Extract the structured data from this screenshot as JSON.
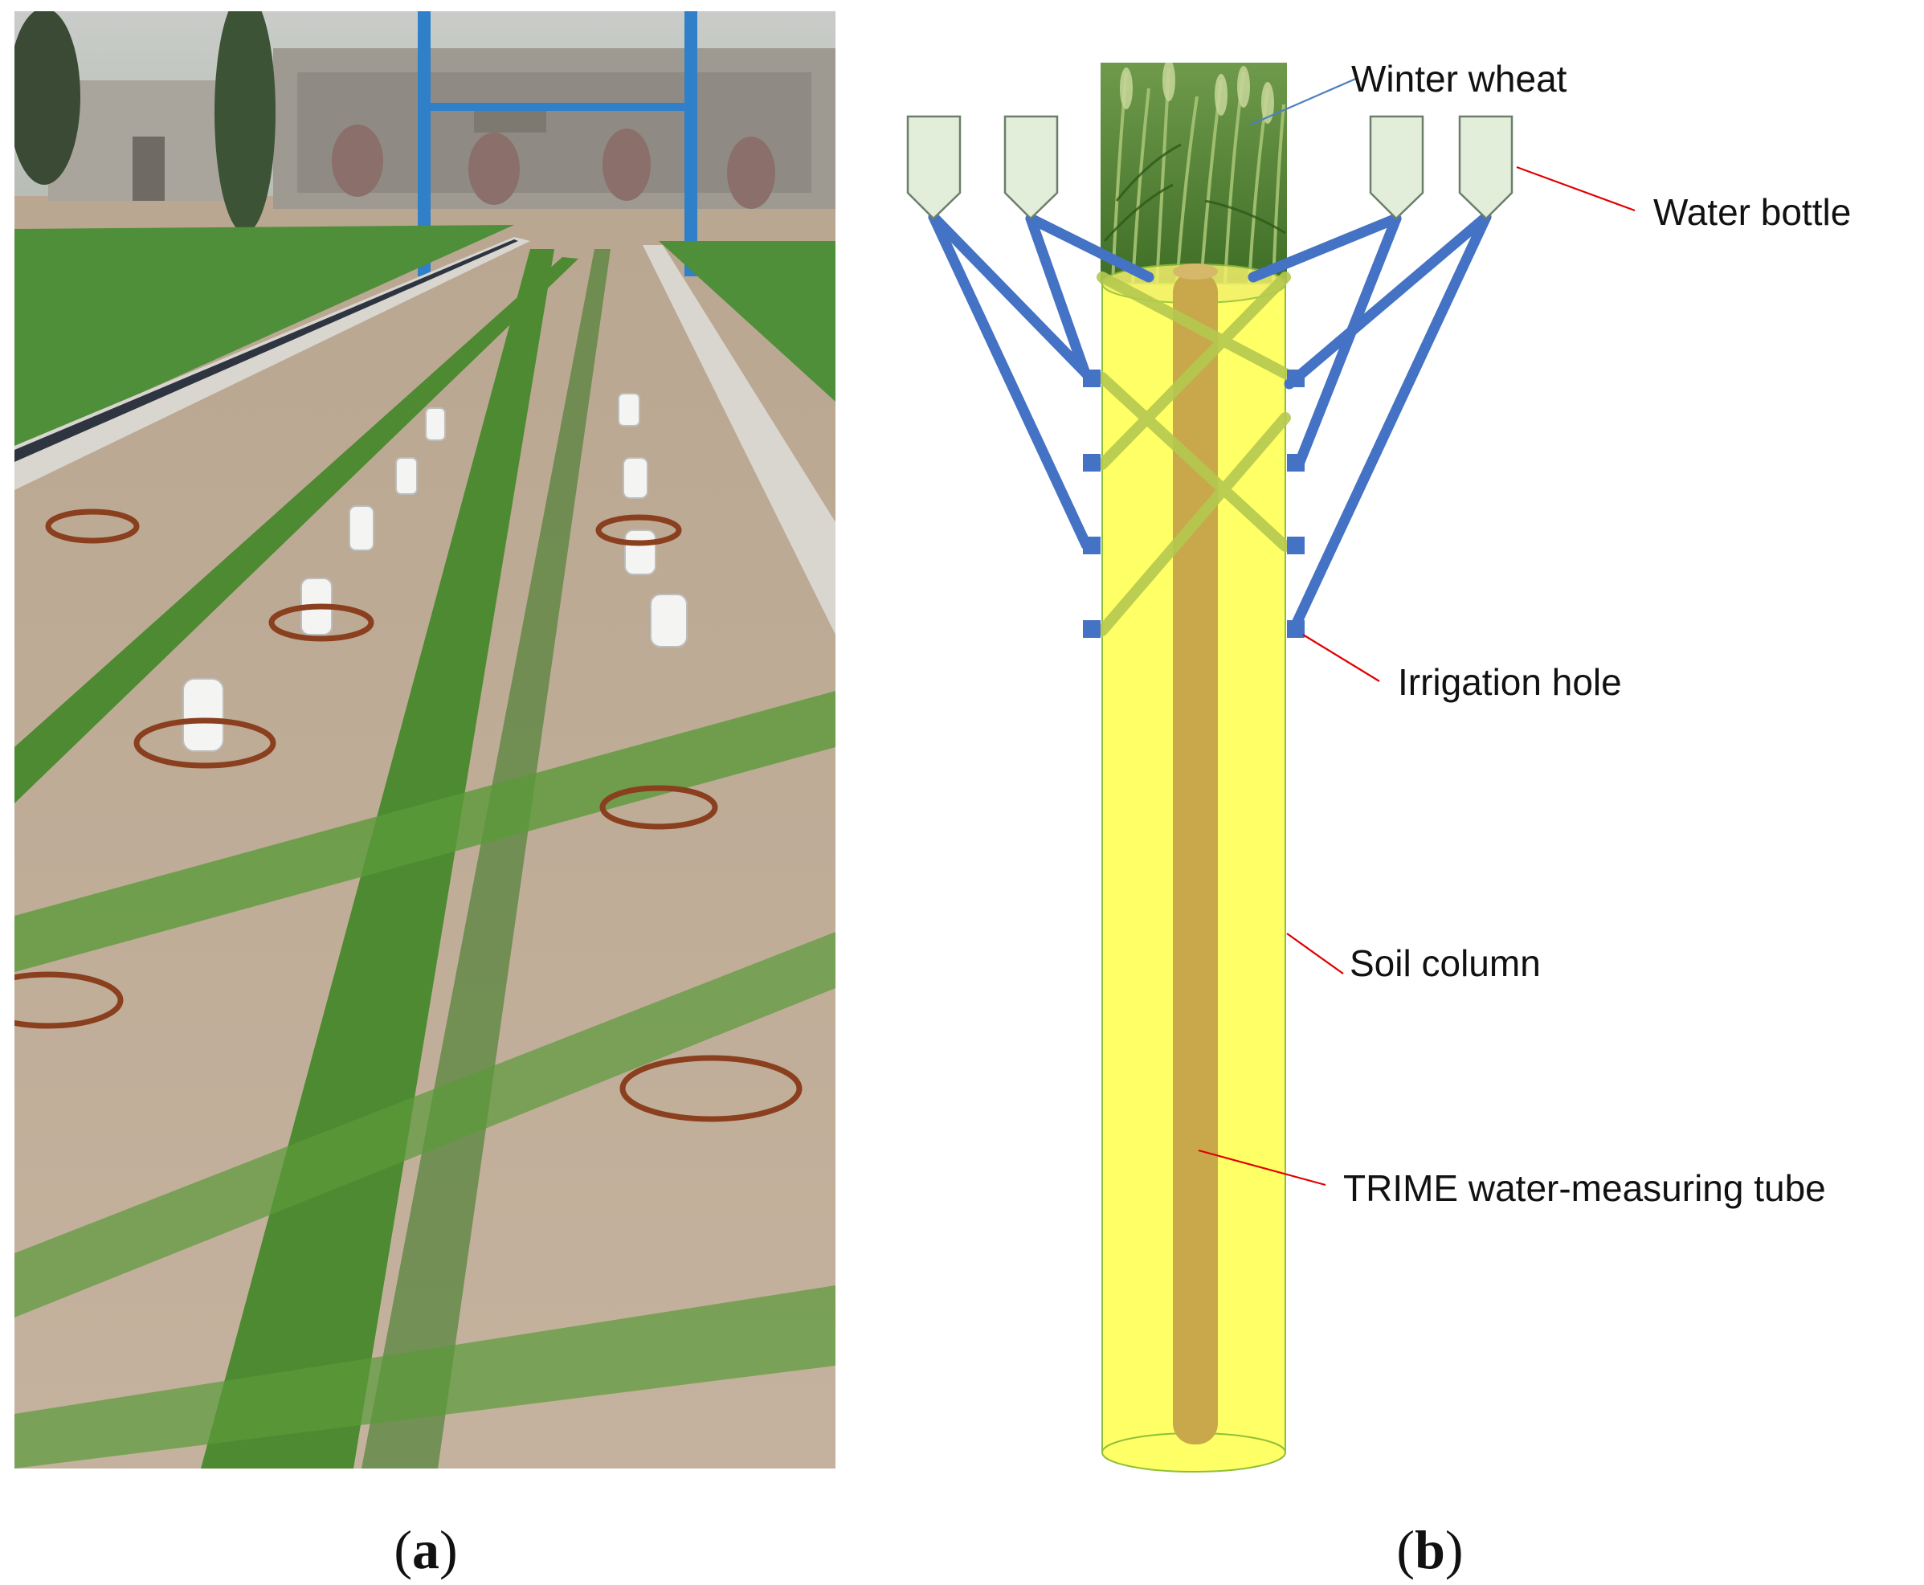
{
  "panels": {
    "a": {
      "caption_open": "(",
      "caption_letter": "a",
      "caption_close": ")",
      "photo": "field-photo-winter-wheat-plots"
    },
    "b": {
      "caption_open": "(",
      "caption_letter": "b",
      "caption_close": ")",
      "labels": {
        "winter_wheat": "Winter wheat",
        "water_bottle": "Water bottle",
        "irrigation_hole": "Irrigation hole",
        "soil_column": "Soil column",
        "trime_tube": "TRIME water-measuring tube"
      }
    }
  },
  "colors": {
    "soil_column": "#ffff66",
    "tube": "#c8a84a",
    "irrigation_pipe_front": "#4472c4",
    "irrigation_pipe_behind": "#b5c94f",
    "bottle": "#e2eed9",
    "leader_line": "#e00000",
    "wheat": "#4f8a2c"
  }
}
